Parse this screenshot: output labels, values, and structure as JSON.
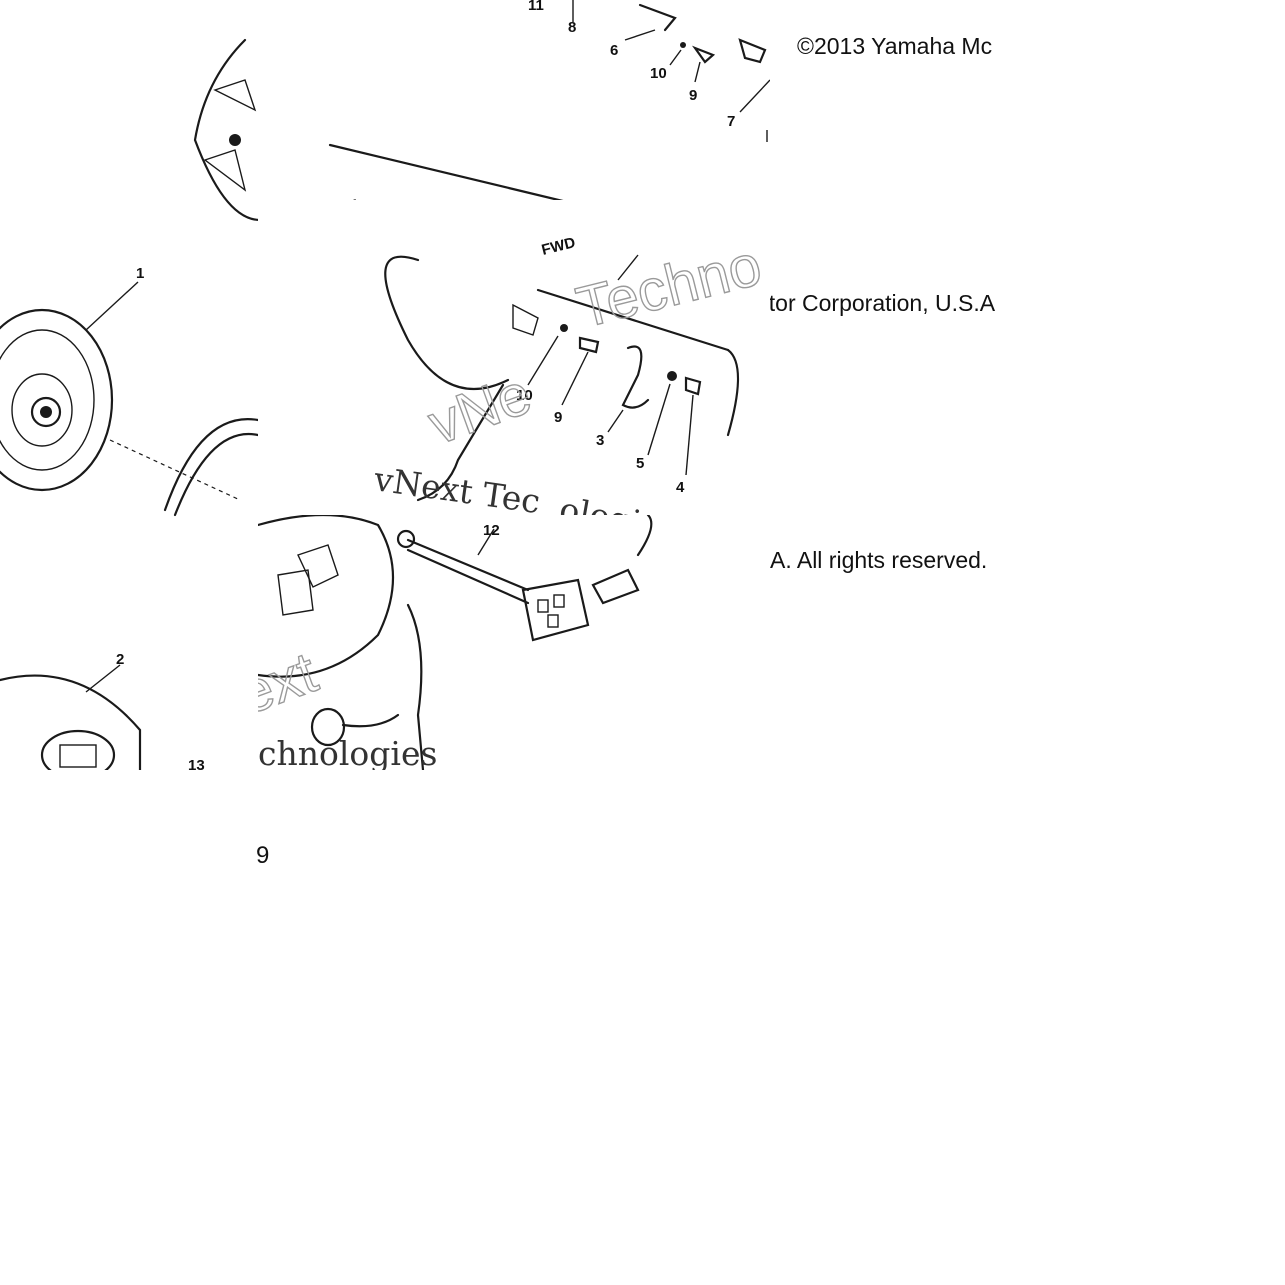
{
  "copyright": {
    "line1": "©2013 Yamaha Mc",
    "line2": "otor Corporation, U.S.A",
    "line3": "A. All rights reserved."
  },
  "watermarks": {
    "serif": "vNext Tec",
    "serif_tail": "ologies",
    "outline_a": "Techno",
    "outline_b": "vNe",
    "outline_c": "ext",
    "outline_d": "chnologies"
  },
  "callouts": [
    "1",
    "2",
    "3",
    "4",
    "5",
    "6",
    "7",
    "8",
    "9",
    "10",
    "11",
    "12",
    "13"
  ],
  "labels": {
    "fwd": "FWD",
    "glyph": "9"
  }
}
